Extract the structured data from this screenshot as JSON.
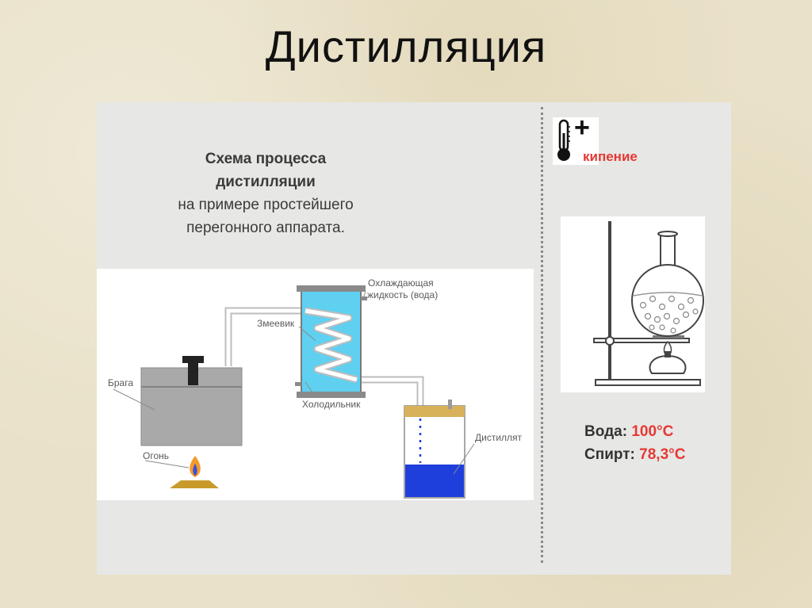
{
  "title": "Дистилляция",
  "caption": {
    "line1": "Схема процесса",
    "line2": "дистилляции",
    "line3": "на примере простейшего",
    "line4": "перегонного аппарата."
  },
  "labels": {
    "cooling_line1": "Охлаждающая",
    "cooling_line2": "жидкость (вода)",
    "coil": "Змеевик",
    "cooler": "Холодильник",
    "mash": "Брага",
    "fire": "Огонь",
    "distillate": "Дистиллят"
  },
  "boiling": {
    "label": "кипение",
    "plus": "+"
  },
  "temperatures": {
    "water_label": "Вода:",
    "water_value": "100°С",
    "alcohol_label": "Спирт:",
    "alcohol_value": "78,3°С"
  },
  "colors": {
    "accent_red": "#e53935",
    "condenser_blue": "#5fd0f0",
    "liquid_blue": "#1f3fdc",
    "pot_gray": "#a9a9a9"
  },
  "icons": [
    "thermometer-icon",
    "plus-icon",
    "flame-icon"
  ]
}
